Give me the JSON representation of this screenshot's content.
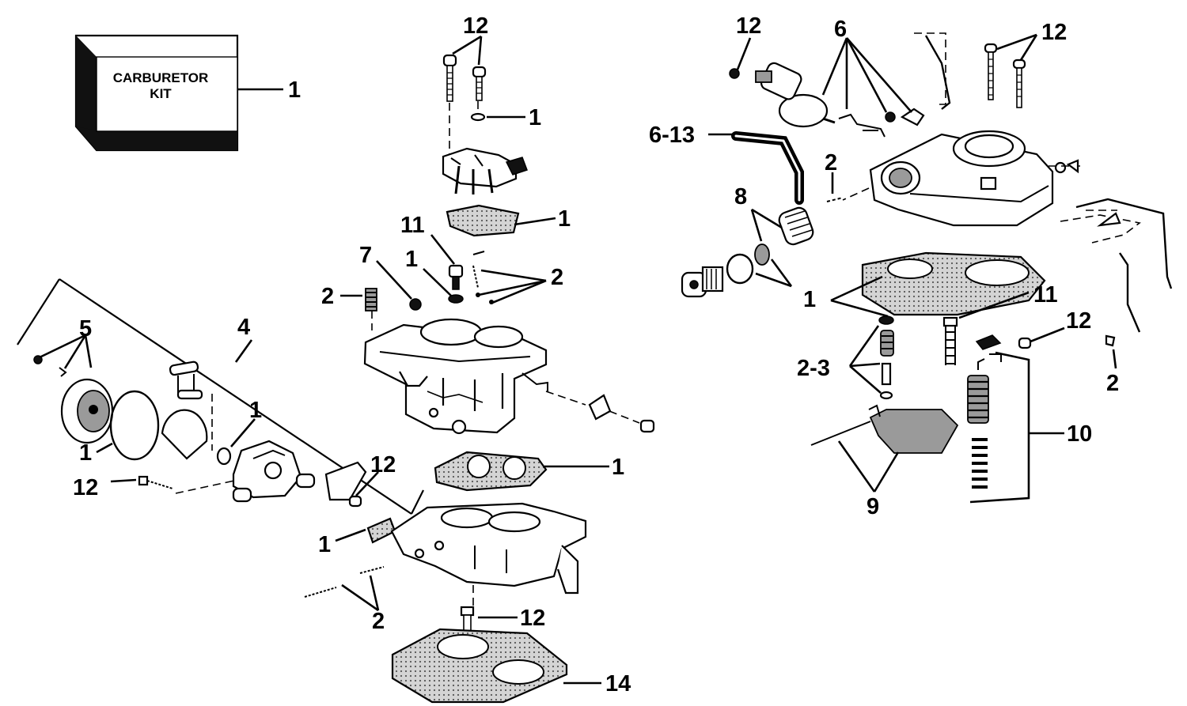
{
  "kit_box": {
    "line1": "CARBURETOR",
    "line2": "KIT"
  },
  "callouts": {
    "kit": "1",
    "top_screws": "12",
    "top_oring": "1",
    "lever_gasket": "1",
    "needle_11": "11",
    "needle_washer_1": "1",
    "jets_2": "2",
    "pin_7": "7",
    "spring_2": "2",
    "choke_5": "5",
    "choke_group_4": "4",
    "cover_gasket_1": "1",
    "choke_gasket_1": "1",
    "screw_12_left": "12",
    "screw_12_bracket": "12",
    "gasket_1_body": "1",
    "link_gasket_1": "1",
    "mix_screws_2": "2",
    "base_screw_12": "12",
    "base_gasket_14": "14",
    "r_screw_12": "12",
    "r_diaphragm_6": "6",
    "r_screws_12": "12",
    "r_hose": "6-13",
    "r_spring_2": "2",
    "r_filter_8": "8",
    "r_gasket_1": "1",
    "r_needle_11": "11",
    "r_screw_12b": "12",
    "r_valve_23": "2-3",
    "r_clip_2": "2",
    "r_pump_10": "10",
    "r_float_9": "9"
  }
}
